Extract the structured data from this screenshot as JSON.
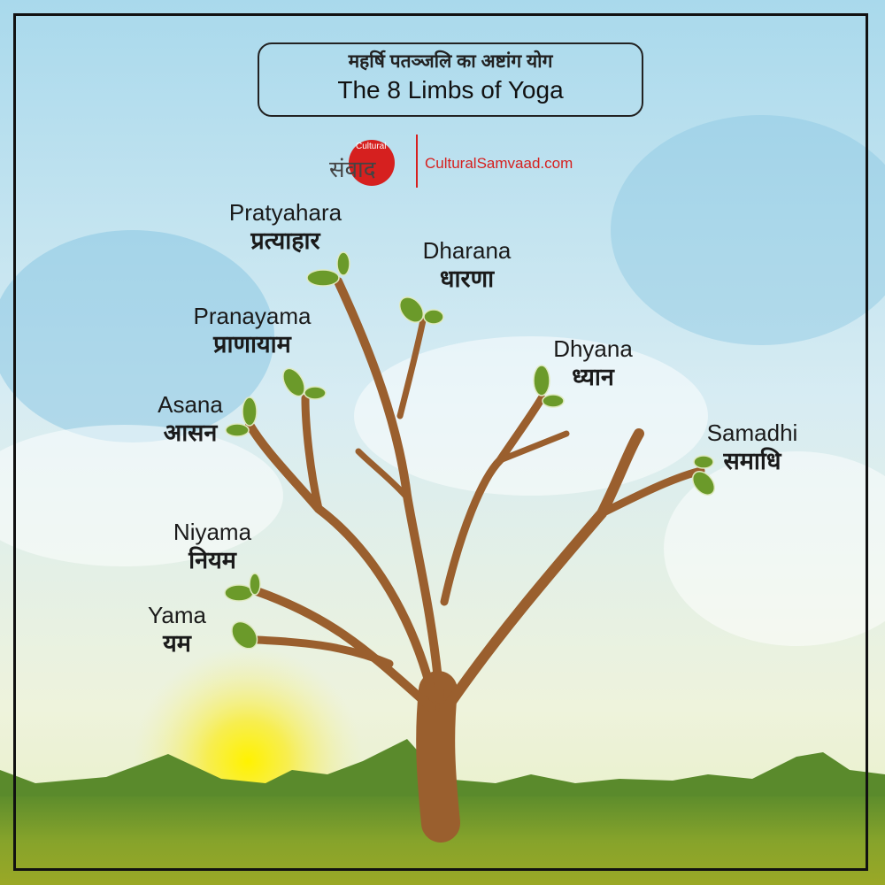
{
  "header": {
    "title_hindi": "महर्षि पतञ्जलि का अष्टांग योग",
    "title_english": "The 8 Limbs of Yoga"
  },
  "logo": {
    "small_text": "Cultural",
    "devanagari_text": "संवाद",
    "website": "CulturalSamvaad.com"
  },
  "limbs": [
    {
      "english": "Yama",
      "hindi": "यम"
    },
    {
      "english": "Niyama",
      "hindi": "नियम"
    },
    {
      "english": "Asana",
      "hindi": "आसन"
    },
    {
      "english": "Pranayama",
      "hindi": "प्राणायाम"
    },
    {
      "english": "Pratyahara",
      "hindi": "प्रत्याहार"
    },
    {
      "english": "Dharana",
      "hindi": "धारणा"
    },
    {
      "english": "Dhyana",
      "hindi": "ध्यान"
    },
    {
      "english": "Samadhi",
      "hindi": "समाधि"
    }
  ],
  "colors": {
    "trunk": "#9a5f2e",
    "leaf": "#6b9a2a",
    "brand_red": "#d6201f",
    "grass": "#7fa02a"
  }
}
